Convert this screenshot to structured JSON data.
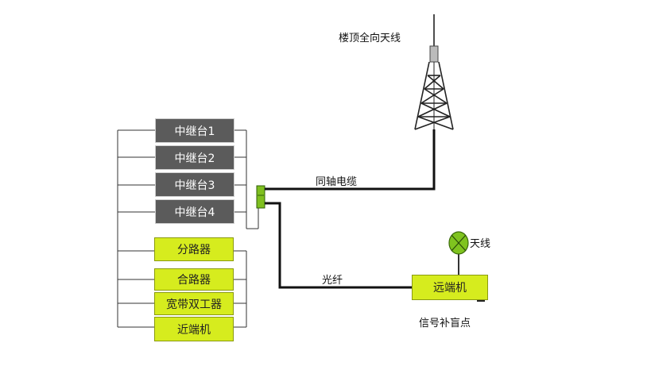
{
  "colors": {
    "repeater_fill": "#5b5b5b",
    "device_fill": "#d6ec1e",
    "line": "#111111",
    "frame": "#333333"
  },
  "repeaters": [
    {
      "label": "中继台1"
    },
    {
      "label": "中继台2"
    },
    {
      "label": "中继台3"
    },
    {
      "label": "中继台4"
    }
  ],
  "devices": {
    "splitter": "分路器",
    "combiner": "合路器",
    "diplexer": "宽带双工器",
    "near_end": "近端机",
    "far_end": "远端机"
  },
  "labels": {
    "rooftop_antenna": "楼顶全向天线",
    "coax_cable": "同轴电缆",
    "fiber": "光纤",
    "antenna": "天线",
    "blind_spot": "信号补盲点"
  },
  "icons": {
    "tower": "lattice-tower-icon",
    "antenna": "antenna-icon",
    "coupler": "coupler-icon"
  }
}
